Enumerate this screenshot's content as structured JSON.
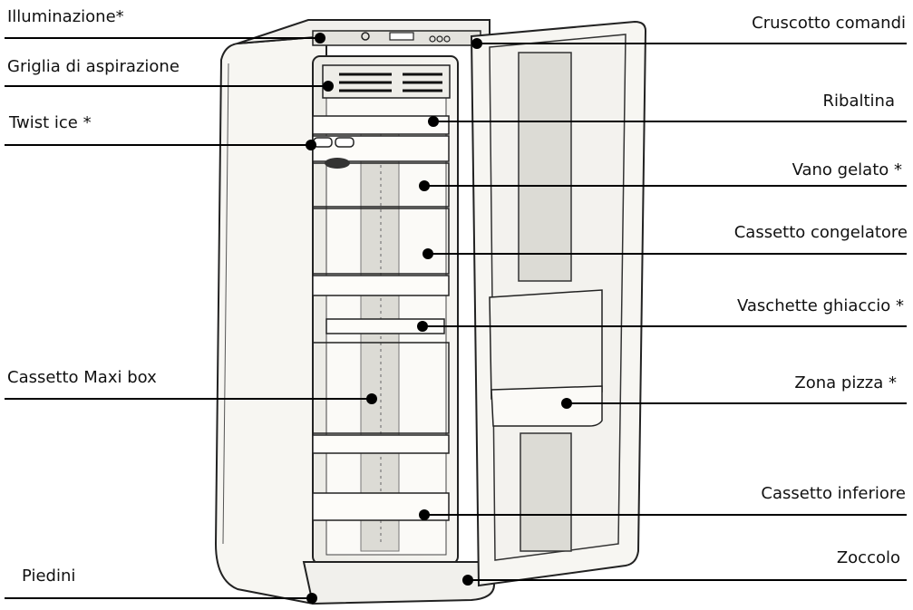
{
  "diagram": {
    "labels_left": [
      {
        "id": "illuminazione",
        "text": "Illuminazione*"
      },
      {
        "id": "griglia",
        "text": "Griglia di aspirazione"
      },
      {
        "id": "twist-ice",
        "text": "Twist ice *"
      },
      {
        "id": "maxi-box",
        "text": "Cassetto Maxi box"
      },
      {
        "id": "piedini",
        "text": "Piedini"
      }
    ],
    "labels_right": [
      {
        "id": "cruscotto",
        "text": "Cruscotto comandi"
      },
      {
        "id": "ribaltina",
        "text": "Ribaltina"
      },
      {
        "id": "vano-gelato",
        "text": "Vano gelato *"
      },
      {
        "id": "cassetto-congelatore",
        "text": "Cassetto congelatore"
      },
      {
        "id": "vaschette-ghiaccio",
        "text": "Vaschette ghiaccio *"
      },
      {
        "id": "zona-pizza",
        "text": "Zona pizza *"
      },
      {
        "id": "cassetto-inferiore",
        "text": "Cassetto inferiore"
      },
      {
        "id": "zoccolo",
        "text": "Zoccolo"
      }
    ]
  }
}
